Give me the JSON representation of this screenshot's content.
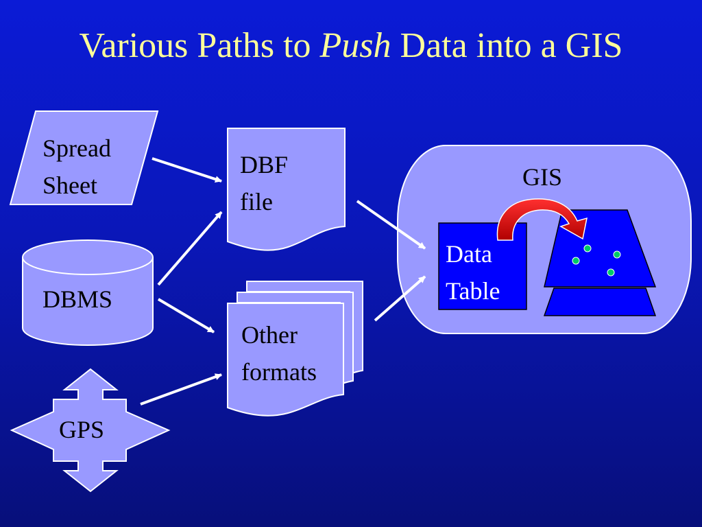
{
  "title": {
    "part1": "Various Paths to ",
    "part2": "Push",
    "part3": " Data into a GIS"
  },
  "sources": {
    "spreadsheet": {
      "line1": "Spread",
      "line2": "Sheet"
    },
    "dbms": {
      "label": "DBMS"
    },
    "gps": {
      "label": "GPS"
    }
  },
  "formats": {
    "dbf": {
      "line1": "DBF",
      "line2": "file"
    },
    "other": {
      "line1": "Other",
      "line2": "formats"
    }
  },
  "gis": {
    "label": "GIS",
    "table": {
      "line1": "Data",
      "line2": "Table"
    }
  },
  "colors": {
    "shape_fill": "#9999ff",
    "shape_border": "#ffffff",
    "layer_fill": "#0000ff",
    "point_fill": "#00cc66",
    "arrow": "#ffffff",
    "curved_arrow": "#ff0000",
    "title": "#ffff99"
  }
}
